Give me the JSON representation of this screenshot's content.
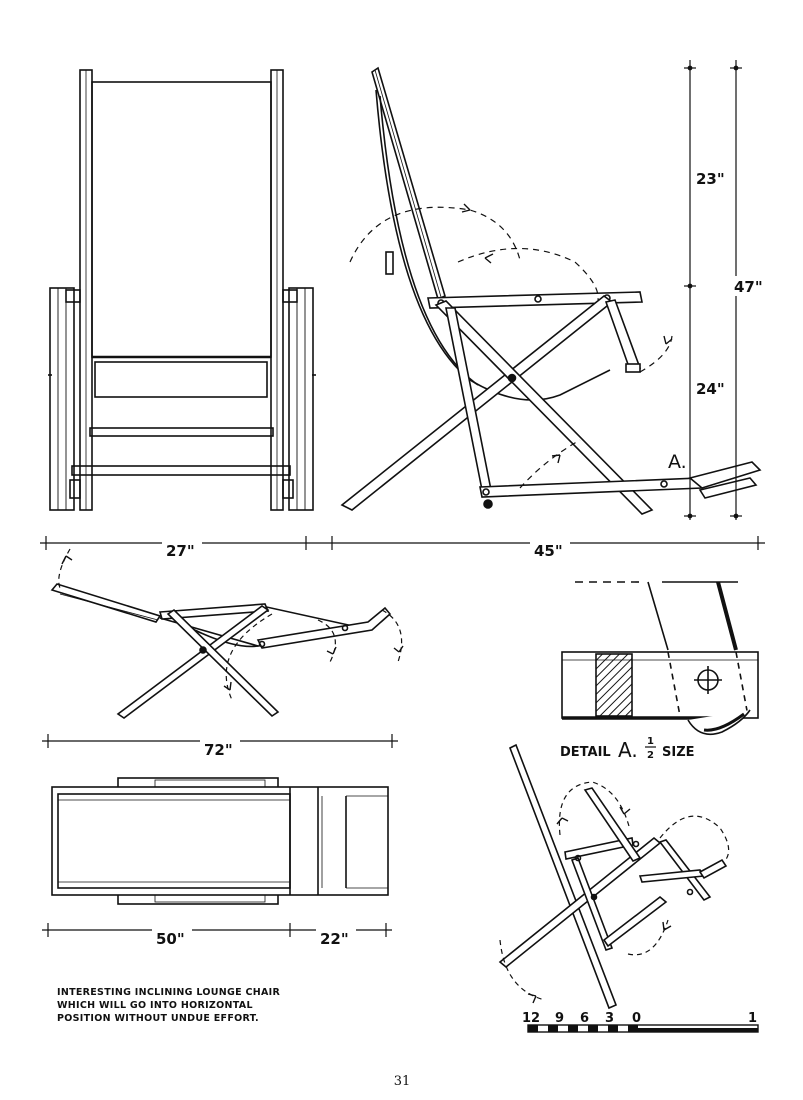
{
  "dimensions": {
    "front_width": "27\"",
    "side_depth": "45\"",
    "upper_height": "23\"",
    "lower_height": "24\"",
    "total_height": "47\"",
    "reclined_length": "72\"",
    "plan_length": "50\"",
    "plan_extension": "22\""
  },
  "detail": {
    "marker": "A.",
    "label": "DETAIL",
    "label_marker": "A.",
    "size_fraction_num": "1",
    "size_fraction_den": "2",
    "size_word": "SIZE"
  },
  "scale": {
    "labels": [
      "12",
      "9",
      "6",
      "3",
      "0",
      "1"
    ]
  },
  "caption": "INTERESTING INCLINING LOUNGE CHAIR WHICH WILL GO INTO HORIZONTAL POSITION WITHOUT UNDUE EFFORT.",
  "page_number": "31"
}
